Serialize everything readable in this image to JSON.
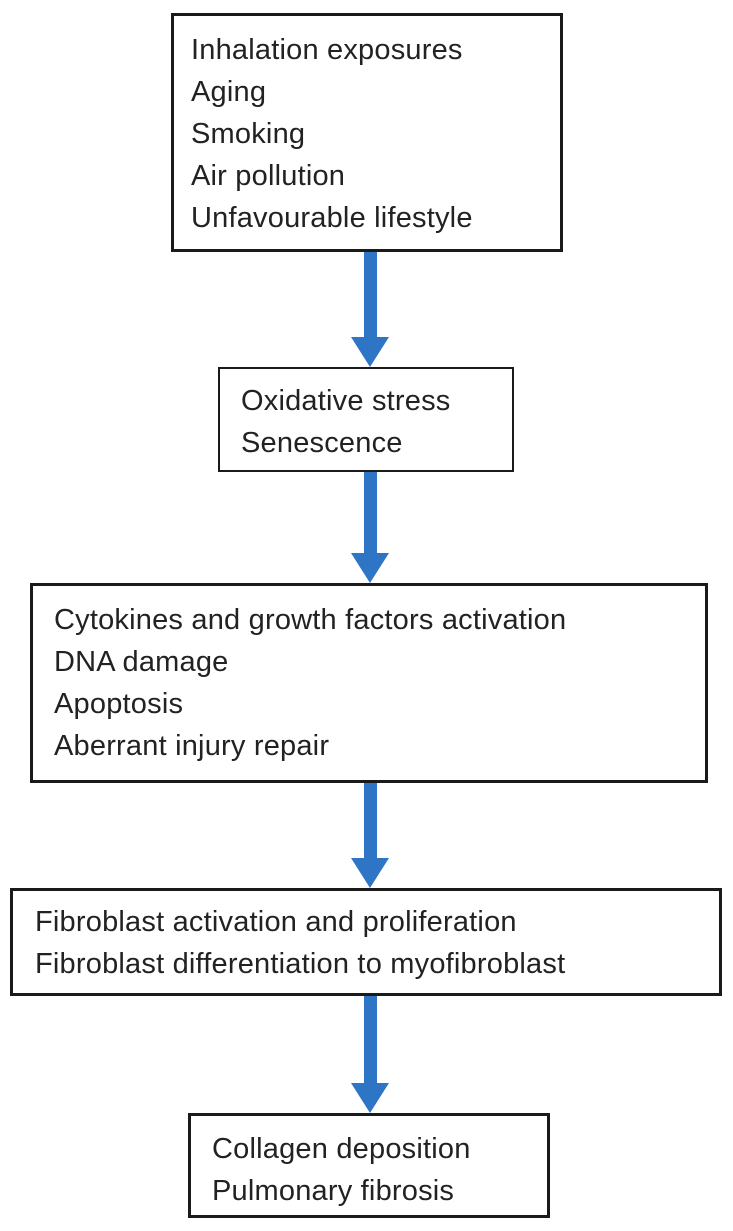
{
  "boxes": [
    {
      "lines": [
        "Inhalation exposures",
        "Aging",
        "Smoking",
        "Air pollution",
        "Unfavourable lifestyle"
      ]
    },
    {
      "lines": [
        "Oxidative stress",
        "Senescence"
      ]
    },
    {
      "lines": [
        "Cytokines and growth factors activation",
        "DNA damage",
        "Apoptosis",
        "Aberrant injury repair"
      ]
    },
    {
      "lines": [
        "Fibroblast activation and proliferation",
        "Fibroblast differentiation to myofibroblast"
      ]
    },
    {
      "lines": [
        "Collagen deposition",
        "Pulmonary fibrosis"
      ]
    }
  ],
  "colors": {
    "arrow": "#2E75C6",
    "border": "#1a1a1a",
    "text": "#222222",
    "background": "#ffffff"
  }
}
